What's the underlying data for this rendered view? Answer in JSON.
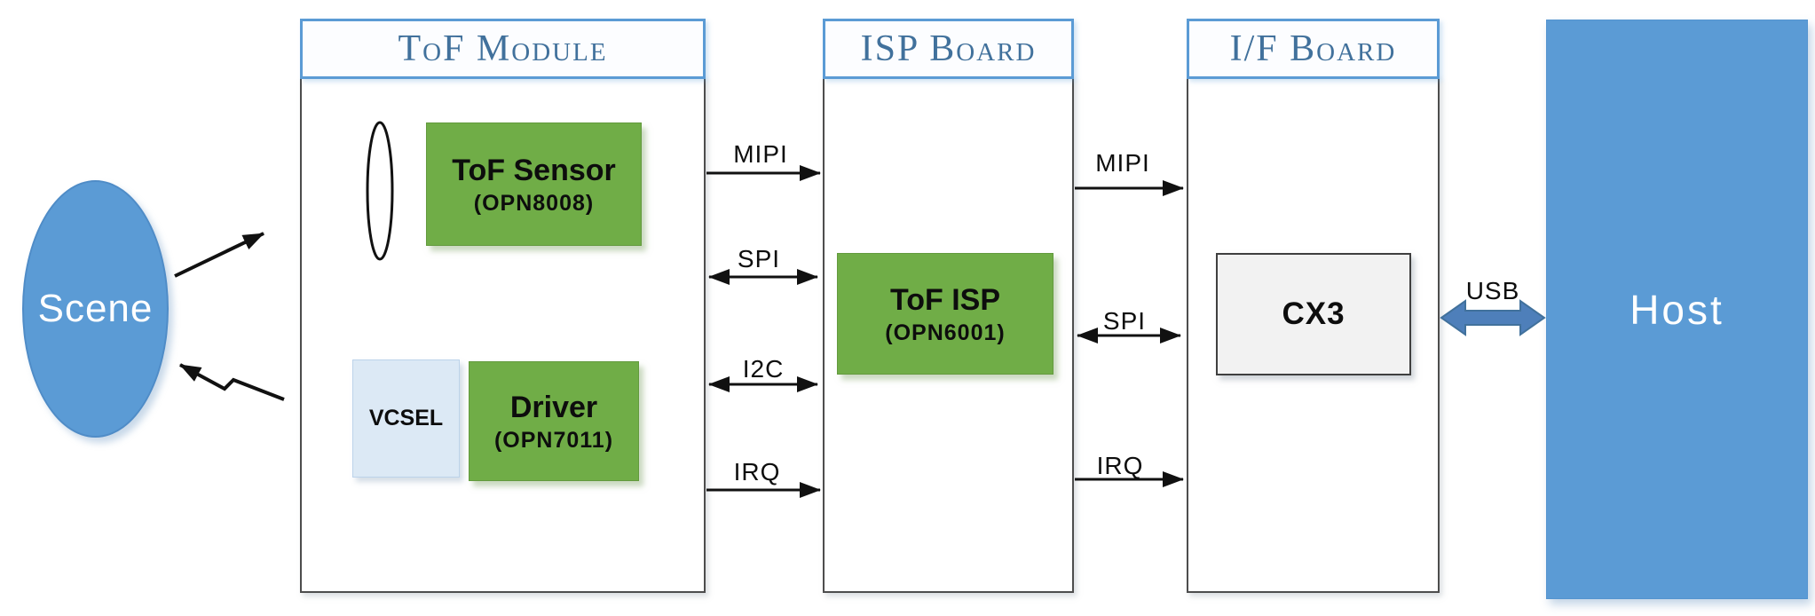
{
  "diagram": {
    "scene": {
      "label": "Scene"
    },
    "boards": {
      "tof_module": {
        "title": "ToF Module"
      },
      "isp_board": {
        "title": "ISP Board"
      },
      "if_board": {
        "title": "I/F Board"
      }
    },
    "chips": {
      "tof_sensor": {
        "name": "ToF Sensor",
        "part": "(OPN8008)"
      },
      "vcsel": {
        "name": "VCSEL"
      },
      "driver": {
        "name": "Driver",
        "part": "(OPN7011)"
      },
      "tof_isp": {
        "name": "ToF ISP",
        "part": "(OPN6001)"
      },
      "cx3": {
        "name": "CX3"
      }
    },
    "host": {
      "label": "Host"
    },
    "connections": {
      "module_to_isp": [
        {
          "label": "MIPI",
          "direction": "right"
        },
        {
          "label": "SPI",
          "direction": "both"
        },
        {
          "label": "I2C",
          "direction": "both"
        },
        {
          "label": "IRQ",
          "direction": "right"
        }
      ],
      "isp_to_if": [
        {
          "label": "MIPI",
          "direction": "right"
        },
        {
          "label": "SPI",
          "direction": "both"
        },
        {
          "label": "IRQ",
          "direction": "right"
        }
      ],
      "if_to_host": [
        {
          "label": "USB",
          "direction": "both"
        }
      ],
      "scene_to_module": [
        {
          "label": "",
          "direction": "reflected-light-to-lens"
        },
        {
          "label": "",
          "direction": "emitted-light-to-scene"
        }
      ]
    },
    "colors": {
      "chip_green": "#70AD47",
      "shape_blue": "#5B9BD5",
      "title_text_blue": "#41719C",
      "vcsel_fill": "#DCE9F5",
      "cx3_fill": "#F2F2F2",
      "line_black": "#111111",
      "usb_arrow_fill": "#4E7FBA"
    }
  }
}
